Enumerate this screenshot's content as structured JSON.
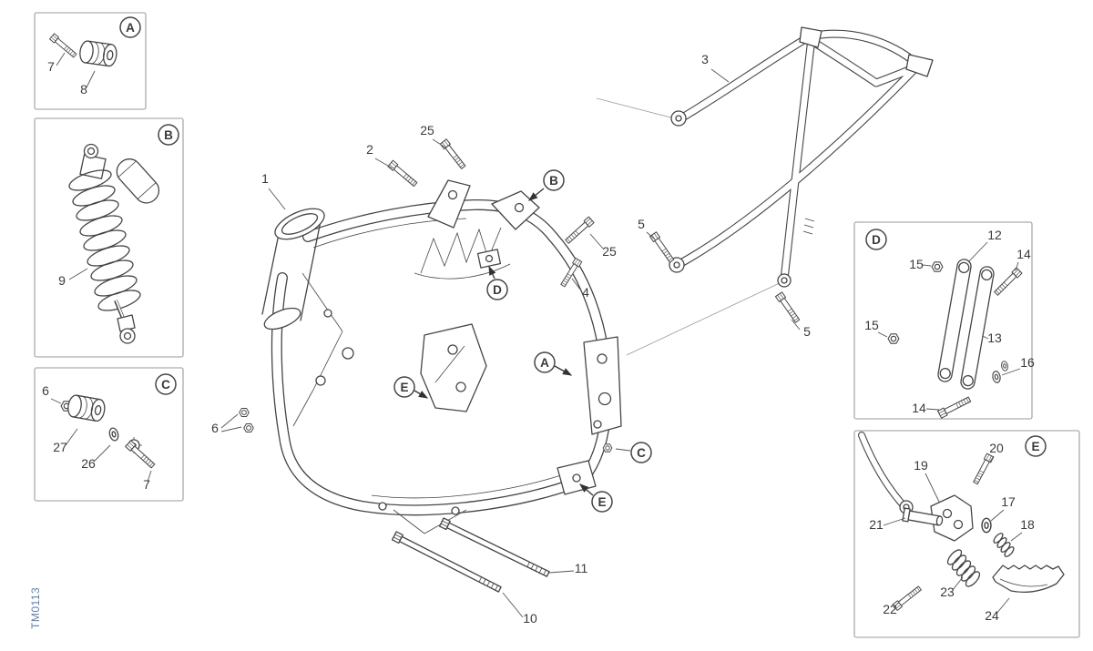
{
  "colors": {
    "line": "#454545",
    "label": "#3a3a3a",
    "box_border": "#9a9a9a",
    "code_blue": "#6080b0",
    "bg": "#ffffff"
  },
  "drawing_code": "TM0113",
  "ref_circles": {
    "box_a": "A",
    "box_b": "B",
    "box_c": "C",
    "box_d": "D",
    "box_e": "E",
    "main_a": "A",
    "main_b": "B",
    "main_c": "C",
    "main_d": "D",
    "main_e1": "E",
    "main_e2": "E"
  },
  "part_labels": {
    "a7": "7",
    "a8": "8",
    "b9": "9",
    "c6": "6",
    "c27": "27",
    "c26": "26",
    "c7": "7",
    "d15_top": "15",
    "d12": "12",
    "d14_top": "14",
    "d15_left": "15",
    "d13": "13",
    "d16": "16",
    "d14_bottom": "14",
    "e19": "19",
    "e20": "20",
    "e21": "21",
    "e17": "17",
    "e18": "18",
    "e22": "22",
    "e23": "23",
    "e24": "24",
    "m1": "1",
    "m2": "2",
    "m3": "3",
    "m4": "4",
    "m5_left": "5",
    "m5_right": "5",
    "m6": "6",
    "m10": "10",
    "m11": "11",
    "m25_top": "25",
    "m25_right": "25"
  }
}
